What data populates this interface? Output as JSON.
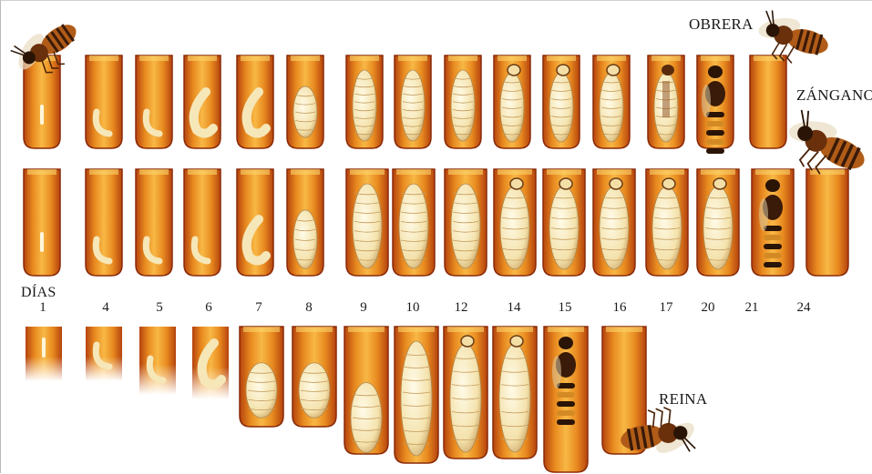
{
  "labels": {
    "worker": "OBRERA",
    "drone": "ZÁNGANO",
    "queen": "REINA",
    "days_heading": "DÍAS"
  },
  "days": [
    "1",
    "4",
    "5",
    "6",
    "7",
    "8",
    "9",
    "10",
    "12",
    "14",
    "15",
    "16",
    "17",
    "20",
    "21",
    "24"
  ],
  "colors": {
    "cell_dark": "#a8380c",
    "cell_mid": "#e07a18",
    "cell_light": "#fbd36a",
    "larva": "#f7ecc4",
    "larva_shadow": "#c9a46a",
    "bee_body": "#7a3a10"
  },
  "rows": {
    "worker": {
      "stages": [
        "egg",
        "larva-small",
        "larva-small",
        "larva-mid",
        "larva-mid",
        "larva-big",
        "pupa",
        "pupa",
        "pupa",
        "pupa-eye",
        "pupa-eye",
        "pupa-eye",
        "pupa-dark",
        "bee-dark",
        "empty"
      ]
    },
    "drone": {
      "stages": [
        "egg",
        "larva-small",
        "larva-small",
        "larva-small",
        "larva-mid",
        "larva-big",
        "pupa",
        "pupa",
        "pupa",
        "pupa-eye",
        "pupa-eye",
        "pupa-eye",
        "pupa-eye",
        "pupa-eye",
        "bee-dark",
        "empty"
      ]
    },
    "queen": {
      "stages": [
        "egg",
        "larva-small",
        "larva-small",
        "larva-mid",
        "larva-big",
        "larva-big",
        "larva-big",
        "pupa",
        "pupa-eye",
        "pupa-eye",
        "bee-dark",
        "empty"
      ]
    }
  }
}
